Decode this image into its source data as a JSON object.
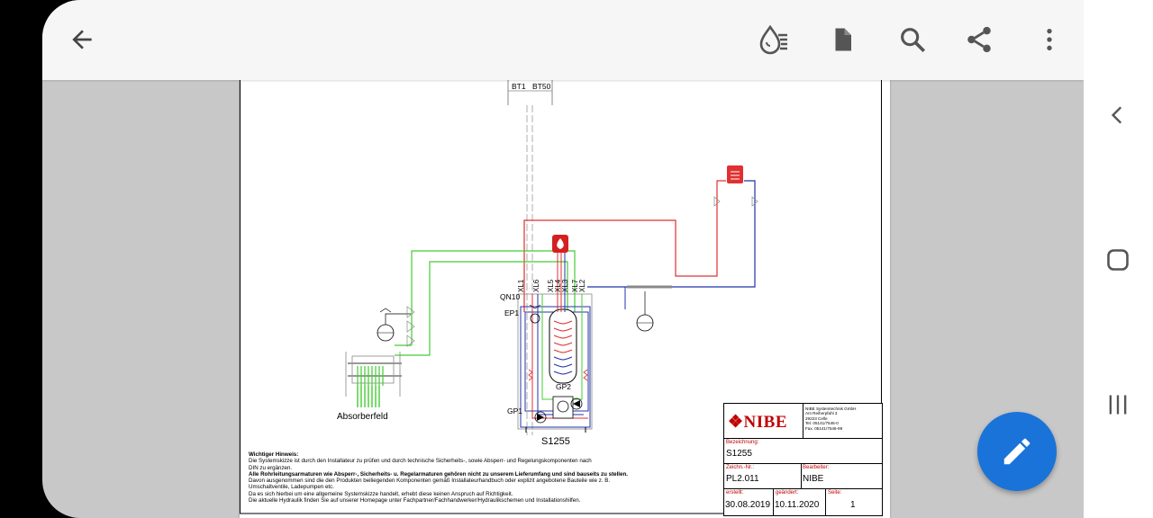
{
  "appbar": {
    "back_icon": "arrow-left-icon",
    "icons": [
      "ink-drop-icon",
      "document-icon",
      "search-icon",
      "share-icon",
      "more-vert-icon"
    ]
  },
  "diagram": {
    "labels": {
      "bt1": "BT1",
      "bt50": "BT50",
      "qn10": "QN10",
      "ep1": "EP1",
      "gp2": "GP2",
      "gp1": "GP1",
      "absorber": "Absorberfeld",
      "unit": "S1255"
    },
    "ports": [
      "XL1",
      "XL6",
      "XL5",
      "XL4",
      "XL3",
      "XL7",
      "XL2"
    ],
    "notes": {
      "heading": "Wichtiger Hinweis:",
      "line1": "Die Systemskizze ist durch den Installateur zu prüfen und durch technische Sicherheits-, sowie Absperr- und Regelungskomponenten nach",
      "line2": "DIN zu ergänzen.",
      "line3": "Alle Rohrleitungsarmaturen wie Absperr-, Sicherheits- u. Regelarmaturen gehören nicht zu unserem Lieferumfang und sind bauseits zu stellen.",
      "line4": "Davon ausgenommen sind die den Produkten beiliegenden Komponenten gemäß Installateurhandbuch oder explizit angebotene Bauteile wie z. B.",
      "line5": "Umschaltventile, Ladepumpen etc.",
      "line6": "Da es sich hierbei um eine allgemeine Systemskizze handelt, erhebt diese keinen Anspruch auf Richtigkeit.",
      "line7": "Die aktuelle Hydraulik finden Sie auf unserer Homepage unter Fachpartner/Fachhandwerker/Hydraulikschemen und Installationshilfen."
    },
    "titleblock": {
      "logo": "❖NIBE",
      "address": "NIBE Systemtechnik GmbH\nAm Reiherpfahl 3\n29223 Celle\nTel. 05141/7546-0\nFax. 05141/7546-99",
      "bezeichnung_caption": "Bezeichnung:",
      "bezeichnung": "S1255",
      "zeichn_caption": "Zeichn.-Nr.:",
      "zeichn": "PL2.011",
      "bearbeiter_caption": "Bearbeiter:",
      "bearbeiter": "NIBE",
      "erstellt_caption": "erstellt:",
      "erstellt": "30.08.2019",
      "geaendert_caption": "geändert:",
      "geaendert": "10.11.2020",
      "seite_caption": "Seite:",
      "seite": "1"
    }
  },
  "fab": {
    "icon": "pencil-icon"
  },
  "navbar": {
    "icons": [
      "nav-back-icon",
      "nav-home-icon",
      "nav-recents-icon"
    ]
  },
  "colors": {
    "fab": "#1a73d9",
    "supply_red": "#e03030",
    "return_blue": "#2233aa",
    "brine_green": "#55cc44",
    "nibe_red": "#c00000"
  }
}
